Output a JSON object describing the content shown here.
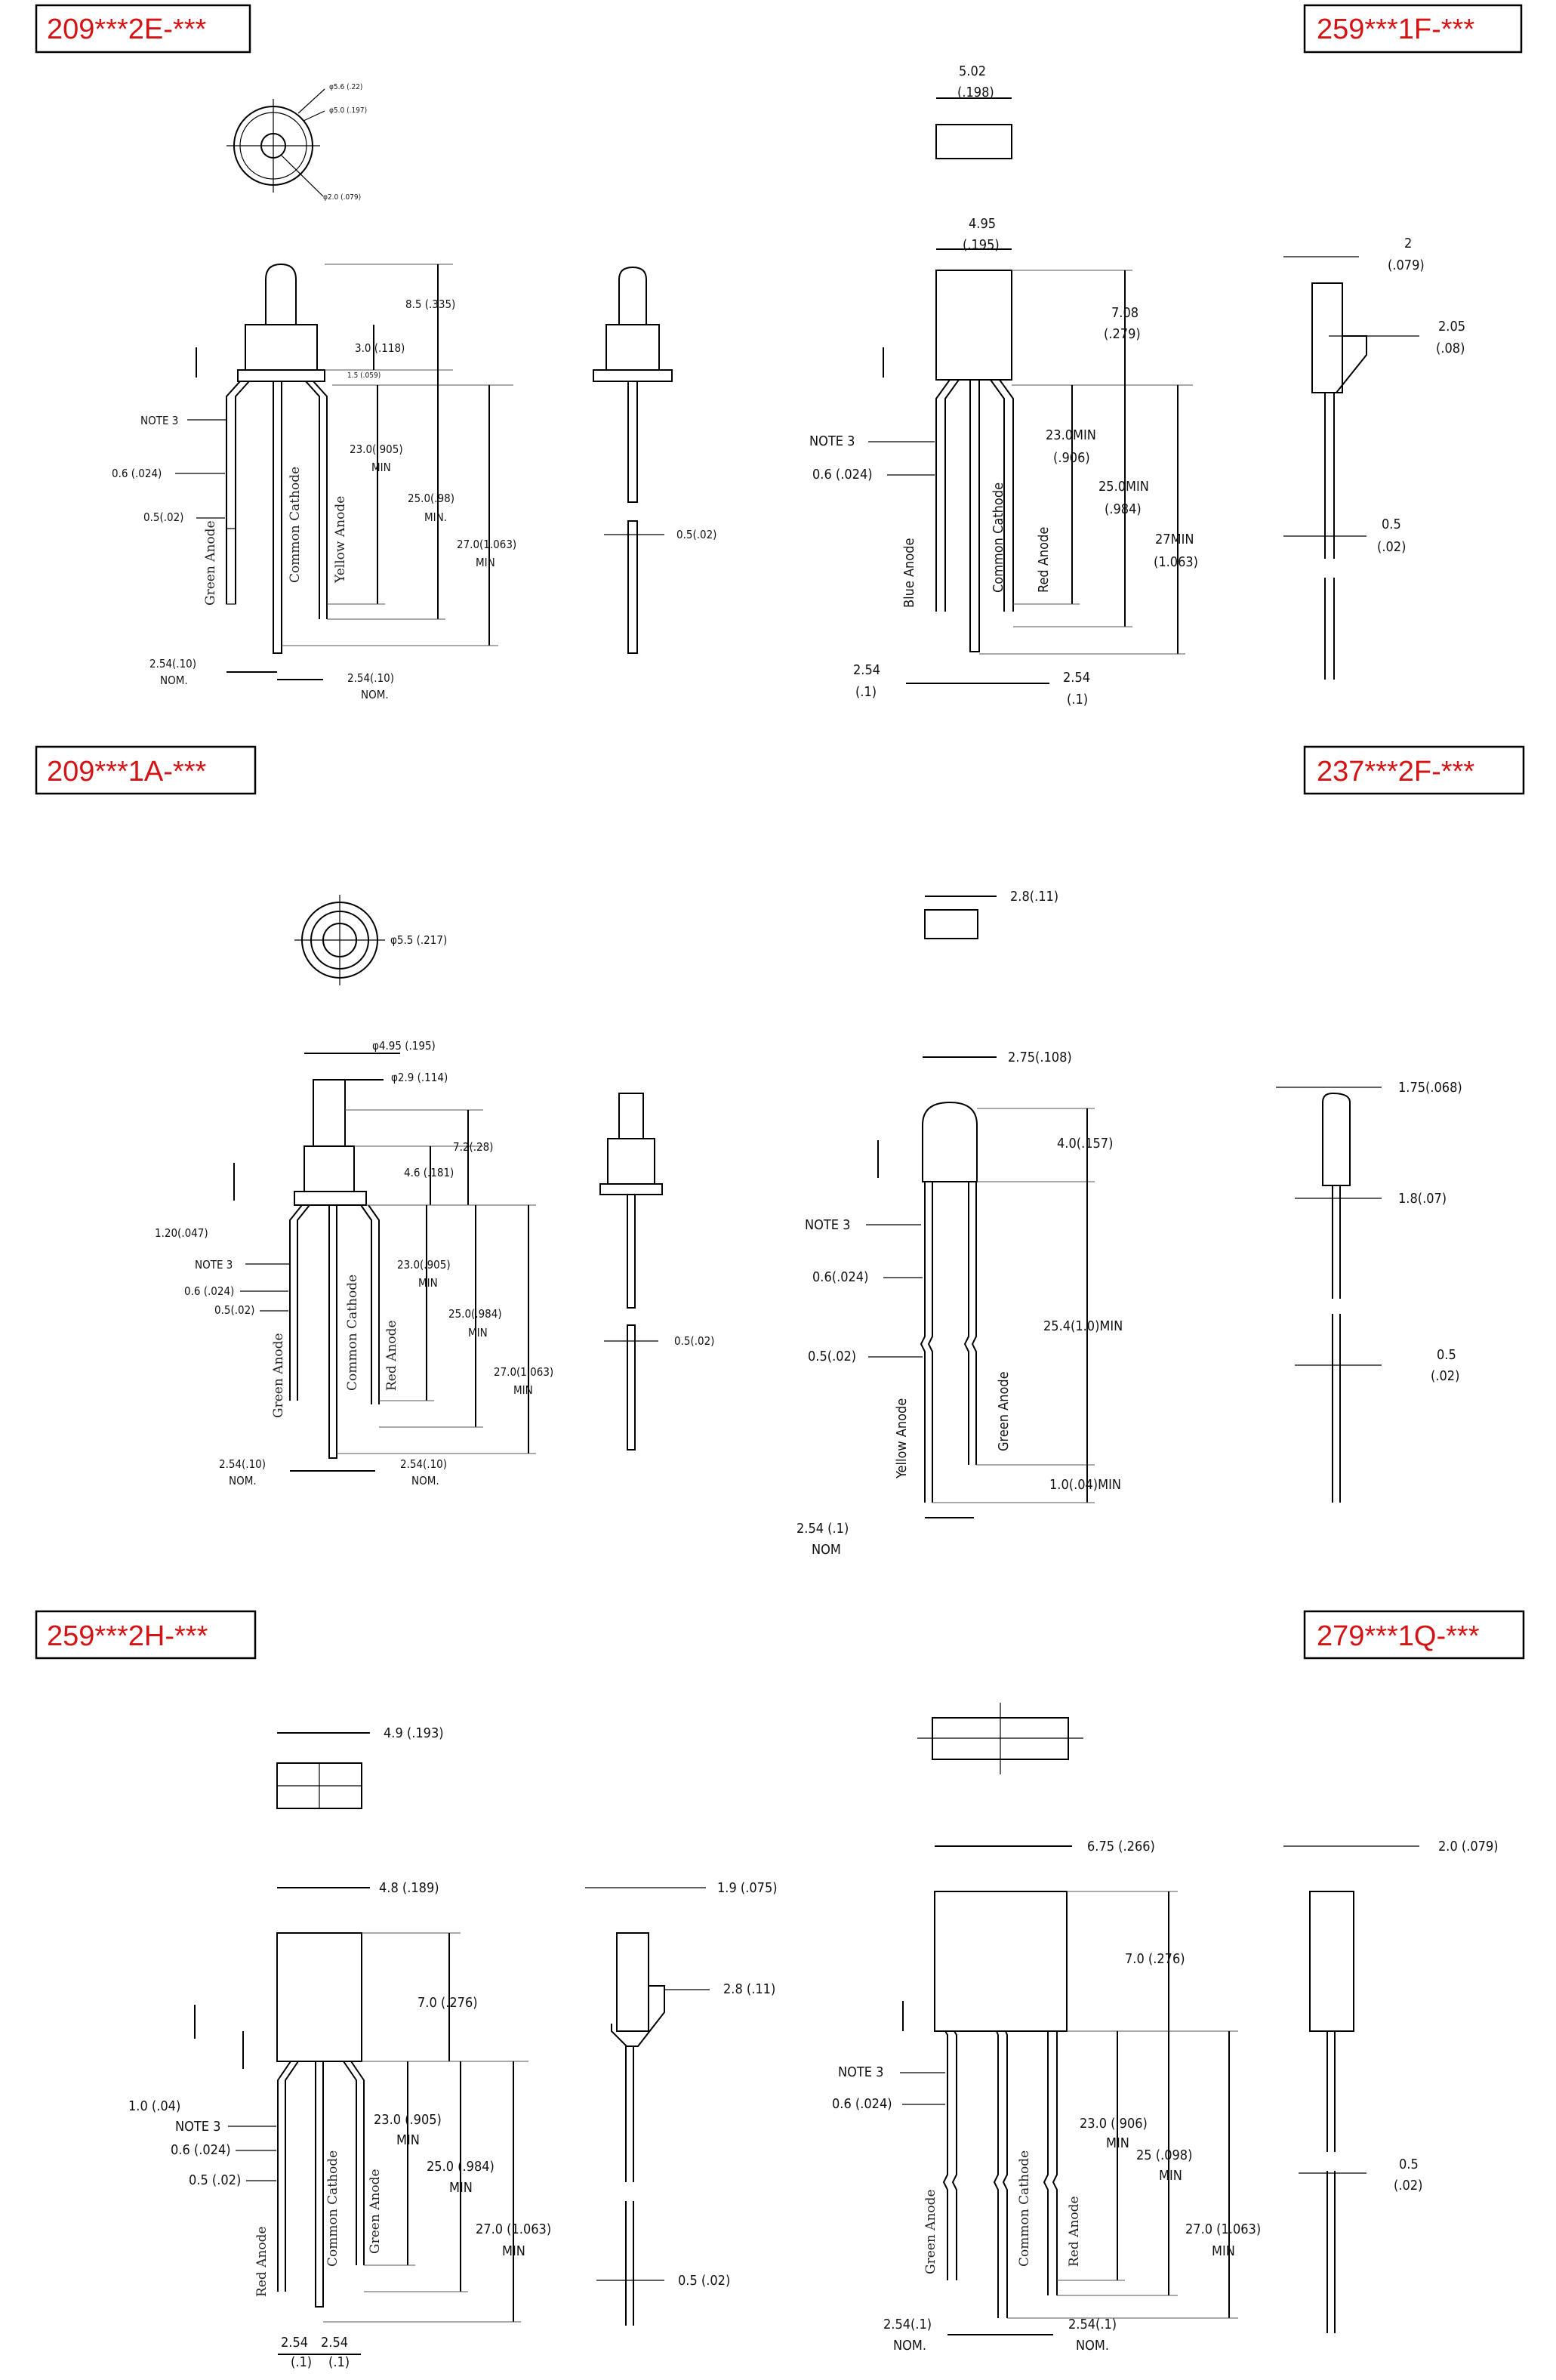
{
  "part_numbers": [
    "209***2E-***",
    "259***1F-***",
    "209***1A-***",
    "237***2F-***",
    "259***2H-***",
    "279***1Q-***"
  ],
  "p1": {
    "phi1": "φ5.6 (.22)",
    "phi2": "φ5.0 (.197)",
    "phi3": "φ2.0 (.079)",
    "d_85": "8.5 (.335)",
    "d_30": "3.0 (.118)",
    "d_15": "1.5 (.059)",
    "note": "NOTE 3",
    "w06": "0.6 (.024)",
    "w05": "0.5(.02)",
    "d_230": "23.0(.905)",
    "d_230min": "MIN",
    "d_250": "25.0(.98)",
    "d_250min": "MIN.",
    "d_270": "27.0(1.063)",
    "d_270min": "MIN",
    "pin1": "Green Anode",
    "pin2": "Common Cathode",
    "pin3": "Yellow Anode",
    "p254a": "2.54(.10)",
    "p254a2": "NOM.",
    "p254b": "2.54(.10)",
    "p254b2": "NOM.",
    "side05": "0.5(.02)"
  },
  "p2": {
    "top1": "5.02",
    "top2": "(.198)",
    "w1": "4.95",
    "w2": "(.195)",
    "h1": "7.08",
    "h2": "(.279)",
    "note": "NOTE 3",
    "w06": "0.6 (.024)",
    "d23a": "23.0MIN",
    "d23b": "(.906)",
    "d25a": "25.0MIN",
    "d25b": "(.984)",
    "d27a": "27MIN",
    "d27b": "(1.063)",
    "pin1": "Blue Anode",
    "pin2": "Common Cathode",
    "pin3": "Red Anode",
    "p1a": "2.54",
    "p1b": "(.1)",
    "p2a": "2.54",
    "p2b": "(.1)",
    "s2a": "2",
    "s2b": "(.079)",
    "s205a": "2.05",
    "s205b": "(.08)",
    "s05a": "0.5",
    "s05b": "(.02)"
  },
  "p3": {
    "phi": "φ5.5 (.217)",
    "w495": "φ4.95 (.195)",
    "w29": "φ2.9 (.114)",
    "h72": "7.2(.28)",
    "h46": "4.6 (.181)",
    "h12": "1.20(.047)",
    "note": "NOTE 3",
    "w06": "0.6 (.024)",
    "w05": "0.5(.02)",
    "d230": "23.0(.905)",
    "d230m": "MIN",
    "d250": "25.0(.984)",
    "d250m": "MIN",
    "d270": "27.0(1.063)",
    "d270m": "MIN",
    "pin1": "Green Anode",
    "pin2": "Common Cathode",
    "pin3": "Red Anode",
    "p1a": "2.54(.10)",
    "p1b": "NOM.",
    "p2a": "2.54(.10)",
    "p2b": "NOM.",
    "side05": "0.5(.02)"
  },
  "p4": {
    "top": "2.8(.11)",
    "w": "2.75(.108)",
    "h": "4.0(.157)",
    "note": "NOTE 3",
    "w06": "0.6(.024)",
    "w05": "0.5(.02)",
    "d254": "25.4(1.0)MIN",
    "d10": "1.0(.04)MIN",
    "pin1": "Yellow Anode",
    "pin2": "Green Anode",
    "p1a": "2.54 (.1)",
    "p1b": "NOM",
    "s175": "1.75(.068)",
    "s18": "1.8(.07)",
    "s05a": "0.5",
    "s05b": "(.02)"
  },
  "p5": {
    "top": "4.9 (.193)",
    "w": "4.8 (.189)",
    "h": "7.0 (.276)",
    "h10": "1.0 (.04)",
    "note": "NOTE 3",
    "w06": "0.6 (.024)",
    "w05": "0.5 (.02)",
    "d230": "23.0 (.905)",
    "d230m": "MIN",
    "d250": "25.0 (.984)",
    "d250m": "MIN",
    "d270": "27.0 (1.063)",
    "d270m": "MIN",
    "pin1": "Red Anode",
    "pin2": "Common Cathode",
    "pin3": "Green Anode",
    "p1a": "2.54",
    "p1b": "(.1)",
    "p2a": "2.54",
    "p2b": "(.1)",
    "s19": "1.9 (.075)",
    "s28": "2.8 (.11)",
    "s05": "0.5 (.02)"
  },
  "p6": {
    "w": "6.75 (.266)",
    "h": "7.0 (.276)",
    "note": "NOTE 3",
    "w06": "0.6 (.024)",
    "d230": "23.0 (.906)",
    "d230m": "MIN",
    "d25": "25 (.098)",
    "d25m": "MIN",
    "d270": "27.0 (1.063)",
    "d270m": "MIN",
    "pin1": "Green Anode",
    "pin2": "Common Cathode",
    "pin3": "Red Anode",
    "p1a": "2.54(.1)",
    "p1b": "NOM.",
    "p2a": "2.54(.1)",
    "p2b": "NOM.",
    "s20": "2.0 (.079)",
    "s05a": "0.5",
    "s05b": "(.02)"
  }
}
